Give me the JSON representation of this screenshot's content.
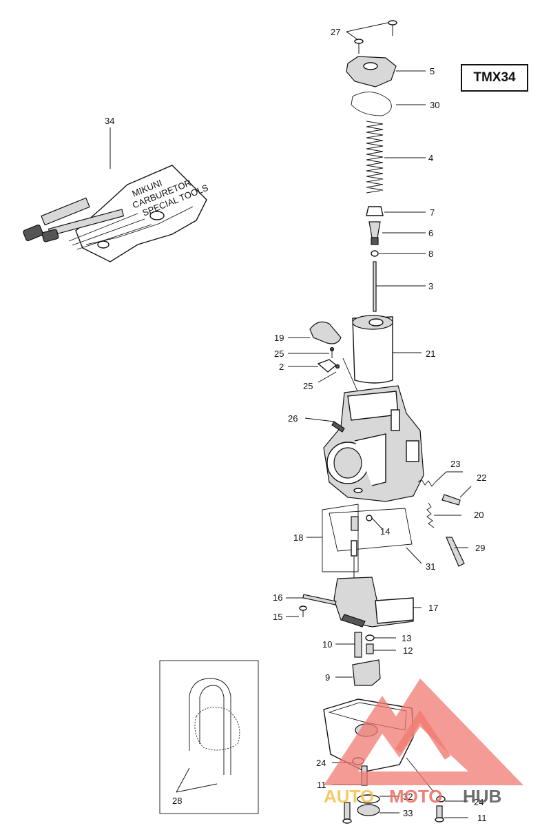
{
  "model_code": "TMX34",
  "kit_text": [
    "MIKUNI",
    "CARBURETOR",
    "SPECIAL TOOLS"
  ],
  "watermark": {
    "brand_auto": "AUTO",
    "brand_moto": "MOTO",
    "brand_hub": "HUB",
    "colors": {
      "triangle": "#f07a72",
      "auto": "#f5c24a",
      "moto": "#ef6a5e",
      "hub": "#555555"
    }
  },
  "callouts": [
    "27",
    "5",
    "30",
    "4",
    "7",
    "6",
    "8",
    "3",
    "34",
    "19",
    "25",
    "2",
    "25",
    "21",
    "26",
    "23",
    "22",
    "20",
    "18",
    "14",
    "29",
    "31",
    "16",
    "17",
    "15",
    "13",
    "10",
    "12",
    "9",
    "24",
    "11",
    "32",
    "24",
    "33",
    "11",
    "28"
  ]
}
